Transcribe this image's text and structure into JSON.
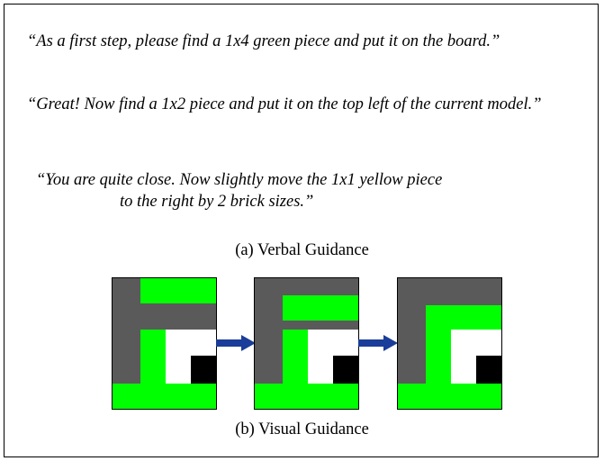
{
  "verbal": {
    "quote1": "“As a first step, please find a 1x4 green piece and put it on the board.”",
    "quote2": "“Great! Now find a 1x2 piece and put it on the top left of the current model.”",
    "quote3_line1": "“You are quite close. Now slightly move the 1x1 yellow piece",
    "quote3_line2": "to the right by 2 brick sizes.”"
  },
  "captions": {
    "verbal": "(a) Verbal Guidance",
    "visual": "(b) Visual Guidance"
  },
  "colors": {
    "board": "#5a5a5a",
    "brick": "#00ff00",
    "white": "#ffffff",
    "black": "#000000",
    "arrow": "#1a3d99"
  }
}
